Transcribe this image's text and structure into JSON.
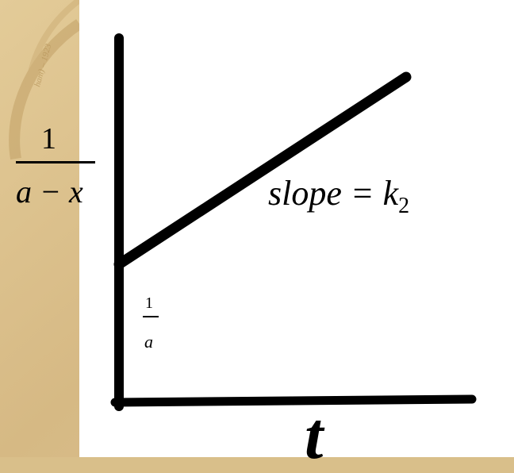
{
  "chart_data": {
    "type": "line",
    "ylabel": {
      "numerator": "1",
      "denominator": "a − x"
    },
    "xlabel": "t",
    "intercept_label": {
      "numerator": "1",
      "denominator": "a"
    },
    "annotation": {
      "text": "slope = k",
      "subscript": "2"
    },
    "series": [
      {
        "x": [
          0,
          1
        ],
        "y": [
          0.4,
          1.0
        ]
      }
    ],
    "xlim": [
      0,
      1
    ],
    "ylim": [
      0,
      1
    ],
    "grid": false
  },
  "colors": {
    "background": "#d9bf8a",
    "panel": "#ffffff",
    "ink": "#000000"
  },
  "decor": {
    "watermark_text": "ham) – 1923"
  }
}
